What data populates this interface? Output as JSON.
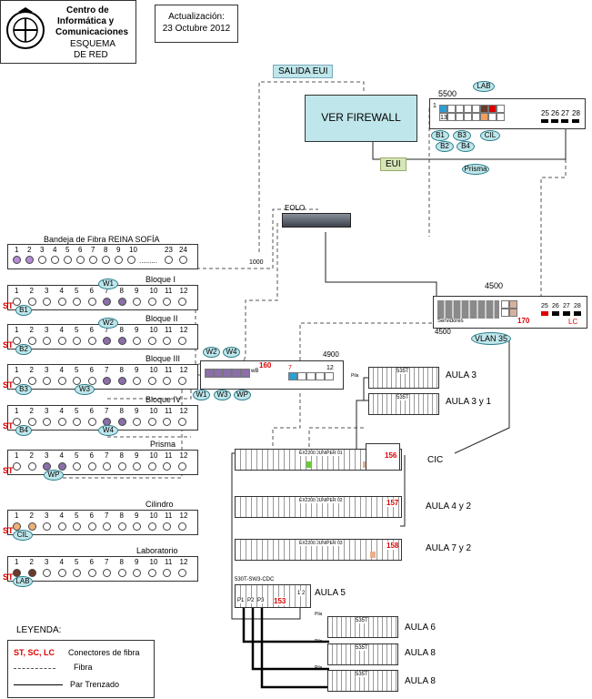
{
  "header": {
    "org_line1": "Centro de",
    "org_line2": "Informática y",
    "org_line3": "Comunicaciones",
    "title_line1": "ESQUEMA",
    "title_line2": "DE  RED",
    "update_label": "Actualización:",
    "update_date": "23 Octubre 2012"
  },
  "top": {
    "salida_eui": "SALIDA EUI",
    "firewall": "VER FIREWALL",
    "eui": "EUI",
    "sw5500": "5500",
    "lab": "LAB",
    "p1": "1",
    "p13": "13",
    "ports_right": [
      "25",
      "26",
      "27",
      "28"
    ],
    "b1": "B1",
    "b2": "B2",
    "b3": "B3",
    "b4": "B4",
    "cil": "CIL",
    "prisma": "Prisma",
    "eolo": "EOLO",
    "n1000": "1000"
  },
  "tray": {
    "title": "Bandeja de Fibra REINA SOFÍA",
    "nums": [
      "1",
      "2",
      "3",
      "4",
      "5",
      "6",
      "7",
      "8",
      "9",
      "10",
      "23",
      "24"
    ],
    "dots": "........."
  },
  "blocks": [
    {
      "name": "Bloque I",
      "oval": "W1",
      "tag": "B1"
    },
    {
      "name": "Bloque II",
      "oval": "W2",
      "tag": "B2"
    },
    {
      "name": "Bloque III",
      "oval": "W3",
      "tag": "B3"
    },
    {
      "name": "Bloque IV",
      "oval": "W4",
      "tag": "B4"
    },
    {
      "name": "Prisma",
      "oval": "WP",
      "tag": ""
    },
    {
      "name": "Cilindro",
      "oval": "CIL",
      "tag": ""
    },
    {
      "name": "Laboratorio",
      "oval": "LAB",
      "tag": ""
    }
  ],
  "port_nums": [
    "1",
    "2",
    "3",
    "4",
    "5",
    "6",
    "7",
    "8",
    "9",
    "10",
    "11",
    "12"
  ],
  "st": "ST",
  "sw4500": {
    "label_top": "4500",
    "label_bottom": "4500",
    "servidores": "Servidores",
    "n170": "170",
    "ports": [
      "25",
      "26",
      "27",
      "28"
    ],
    "lc": "LC",
    "vlan": "VLAN 35"
  },
  "sw4900": {
    "label": "4900",
    "w2": "W2",
    "w4": "W4",
    "w1": "W1",
    "w3": "W3",
    "wp": "WP",
    "n160": "160",
    "wb": "wB",
    "p7": "7",
    "p12": "12"
  },
  "aulas": {
    "aula3": "AULA 3",
    "aula3y1": "AULA 3 y 1",
    "cic": "CIC",
    "aula4y2": "AULA 4 y 2",
    "aula7y2": "AULA 7 y 2",
    "aula5": "AULA 5",
    "aula6": "AULA 6",
    "aula8a": "AULA 8",
    "aula8b": "AULA 8",
    "sw535t": "535T",
    "pila": "Pila"
  },
  "junipers": [
    {
      "name": "EX2200 JUNIPER 01",
      "num": "156"
    },
    {
      "name": "EX2200 JUNIPER 02",
      "num": "157"
    },
    {
      "name": "EX2200 JUNIPER 03",
      "num": "158"
    }
  ],
  "sw530": {
    "name": "530T-SW3-CDC",
    "p1": "P1",
    "p2": "P2",
    "p3": "P3",
    "num": "153",
    "n12": "1  2"
  },
  "legend": {
    "title": "LEYENDA:",
    "connectors_key": "ST, SC, LC",
    "connectors_text": "Conectores de fibra",
    "fibra": "Fibra",
    "par": "Par Trenzado"
  }
}
